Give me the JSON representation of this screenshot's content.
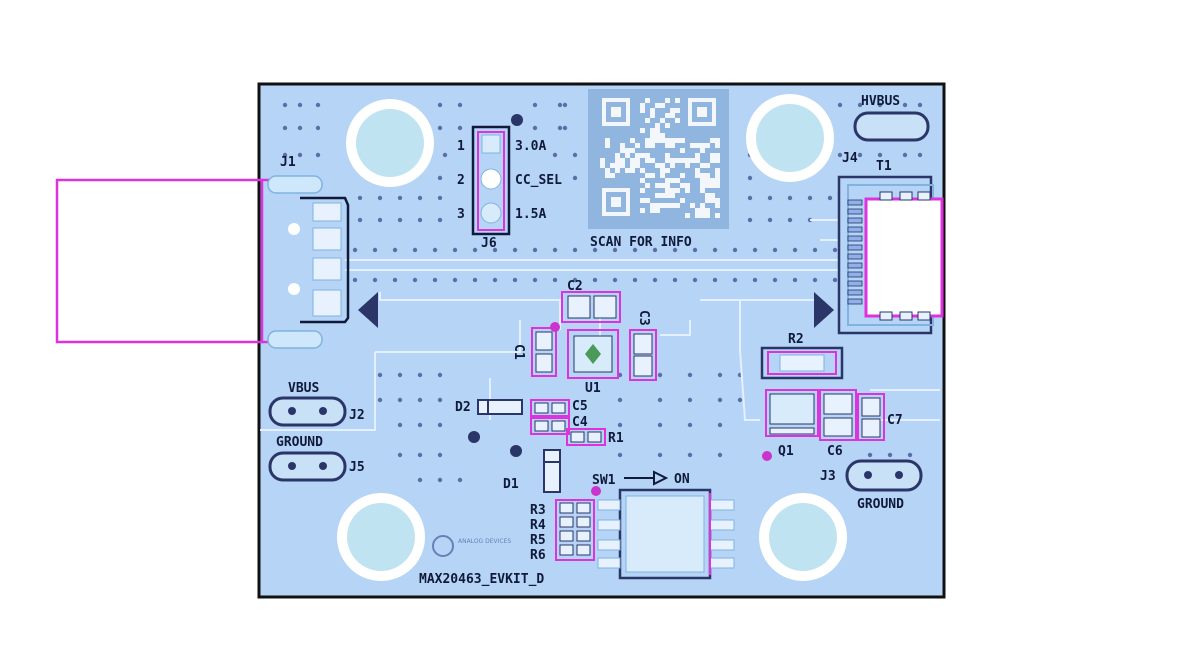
{
  "board_name": "MAX20463_EVKIT_D",
  "qr_caption": "SCAN FOR INFO",
  "silkscreen": {
    "J1": "J1",
    "J2": "J2",
    "J3": "J3",
    "J4": "J4",
    "J5": "J5",
    "J6": "J6",
    "T1": "T1",
    "U1": "U1",
    "Q1": "Q1",
    "D1": "D1",
    "D2": "D2",
    "R1": "R1",
    "R2": "R2",
    "R3": "R3",
    "R4": "R4",
    "R5": "R5",
    "R6": "R6",
    "C1": "C1",
    "C2": "C2",
    "C3": "C3",
    "C4": "C4",
    "C5": "C5",
    "C6": "C6",
    "C7": "C7",
    "SW1": "SW1"
  },
  "jumper_j6": {
    "pins": [
      "1",
      "2",
      "3"
    ],
    "options": [
      "3.0A",
      "CC_SEL",
      "1.5A"
    ]
  },
  "test_points": {
    "hvbus": "HVBUS",
    "vbus": "VBUS",
    "ground_left": "GROUND",
    "ground_right": "GROUND"
  },
  "switch_label": "ON",
  "logo_text": "ANALOG DEVICES",
  "colors": {
    "board": "#b6d4f6",
    "outline": "#111111",
    "silk": "#101a3a",
    "component_outline": "#cc33cc",
    "pad": "#e8f2ff",
    "via": "#3a4b8a"
  }
}
